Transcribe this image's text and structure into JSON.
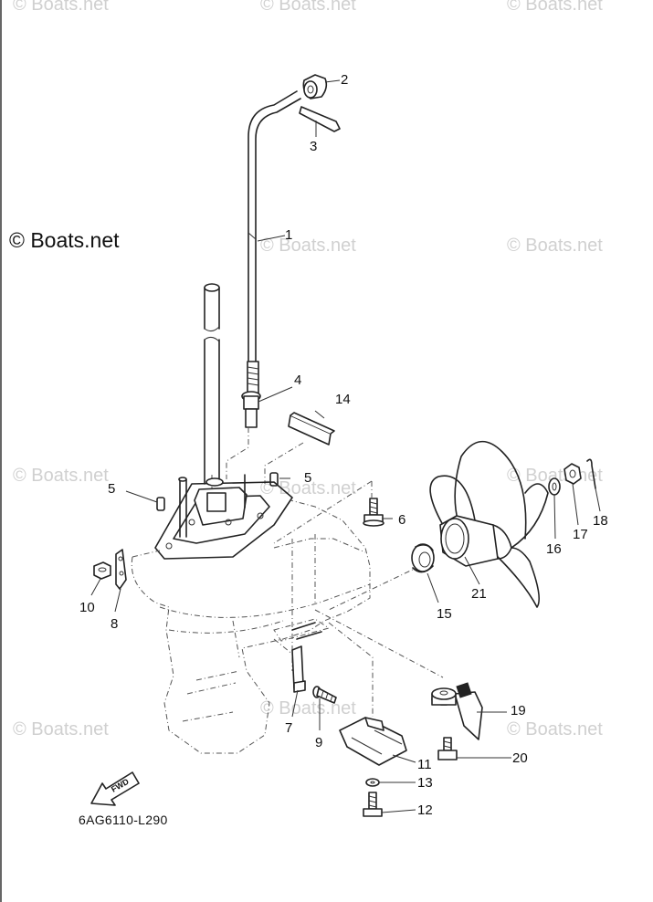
{
  "watermark": "© Boats.net",
  "copyright": "© Boats.net",
  "diagram_code": "6AG6110-L290",
  "fwd_label": "FWD",
  "part_numbers": [
    "1",
    "2",
    "3",
    "4",
    "5",
    "5",
    "6",
    "7",
    "8",
    "9",
    "10",
    "11",
    "12",
    "13",
    "14",
    "15",
    "16",
    "17",
    "18",
    "19",
    "20",
    "21"
  ]
}
